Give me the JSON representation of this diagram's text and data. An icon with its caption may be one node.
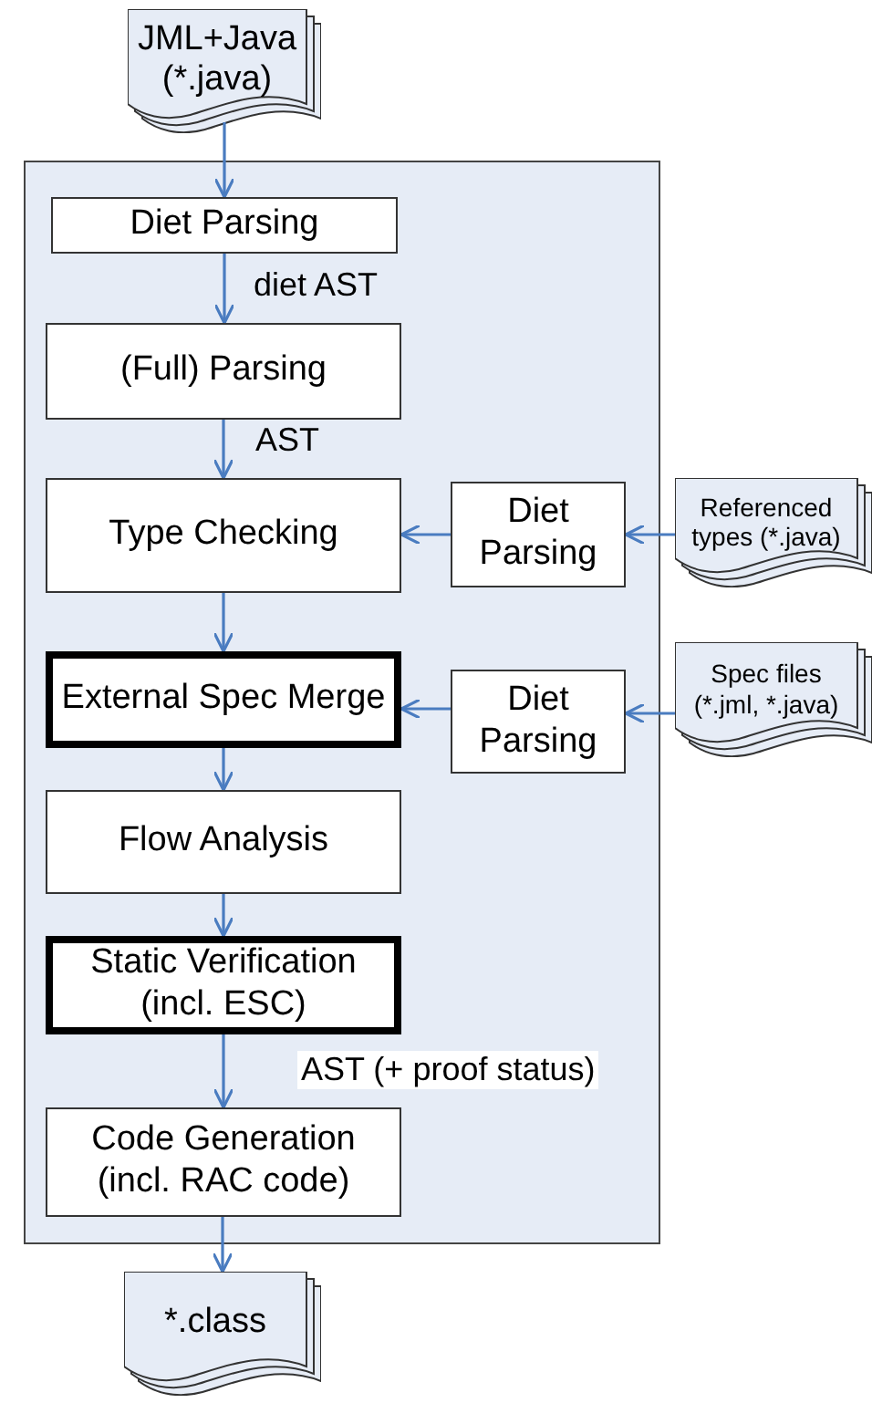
{
  "diagram": {
    "nodes": [
      {
        "text": [
          "JML+Java (*.java)"
        ]
      },
      {
        "text": [],
        "shape": "box"
      },
      {
        "text": [
          "Diet Parsing"
        ],
        "in": 1
      },
      {
        "text": [
          "(Full) Parsing"
        ],
        "in": 1
      },
      {
        "text": [
          "Type Checking"
        ],
        "in": 1
      },
      {
        "text": [
          "External Spec Merge"
        ],
        "in": 1
      },
      {
        "text": [
          "Flow Analysis"
        ],
        "in": 1
      },
      {
        "text": [
          "Static Verification (incl. ESC)"
        ],
        "in": 1
      },
      {
        "text": [
          "Code Generation (incl. RAC code)"
        ],
        "in": 1
      },
      {
        "text": [
          "Diet Parsing"
        ],
        "in": 1
      },
      {
        "text": [
          "Diet Parsing"
        ],
        "in": 1
      },
      {
        "text": [
          "Referenced types (*.java)"
        ]
      },
      {
        "text": [
          "Spec files (*.jml, *.java)"
        ]
      },
      {
        "text": [
          "*.class"
        ]
      }
    ],
    "edges": [
      {
        "from": 0,
        "to": 2,
        "arrow": "to"
      },
      {
        "from": 2,
        "to": 3,
        "arrow": "to",
        "label": "diet AST"
      },
      {
        "from": 3,
        "to": 4,
        "arrow": "to",
        "label": "AST"
      },
      {
        "from": 4,
        "to": 5,
        "arrow": "to"
      },
      {
        "from": 5,
        "to": 6,
        "arrow": "to"
      },
      {
        "from": 6,
        "to": 7,
        "arrow": "to"
      },
      {
        "from": 7,
        "to": 8,
        "arrow": "to",
        "label": "AST (+ proof status)"
      },
      {
        "from": 8,
        "to": 13,
        "arrow": "to"
      },
      {
        "from": 9,
        "to": 4,
        "arrow": "to"
      },
      {
        "from": 11,
        "to": 9,
        "arrow": "to"
      },
      {
        "from": 10,
        "to": 5,
        "arrow": "to"
      },
      {
        "from": 12,
        "to": 10,
        "arrow": "to"
      }
    ]
  }
}
